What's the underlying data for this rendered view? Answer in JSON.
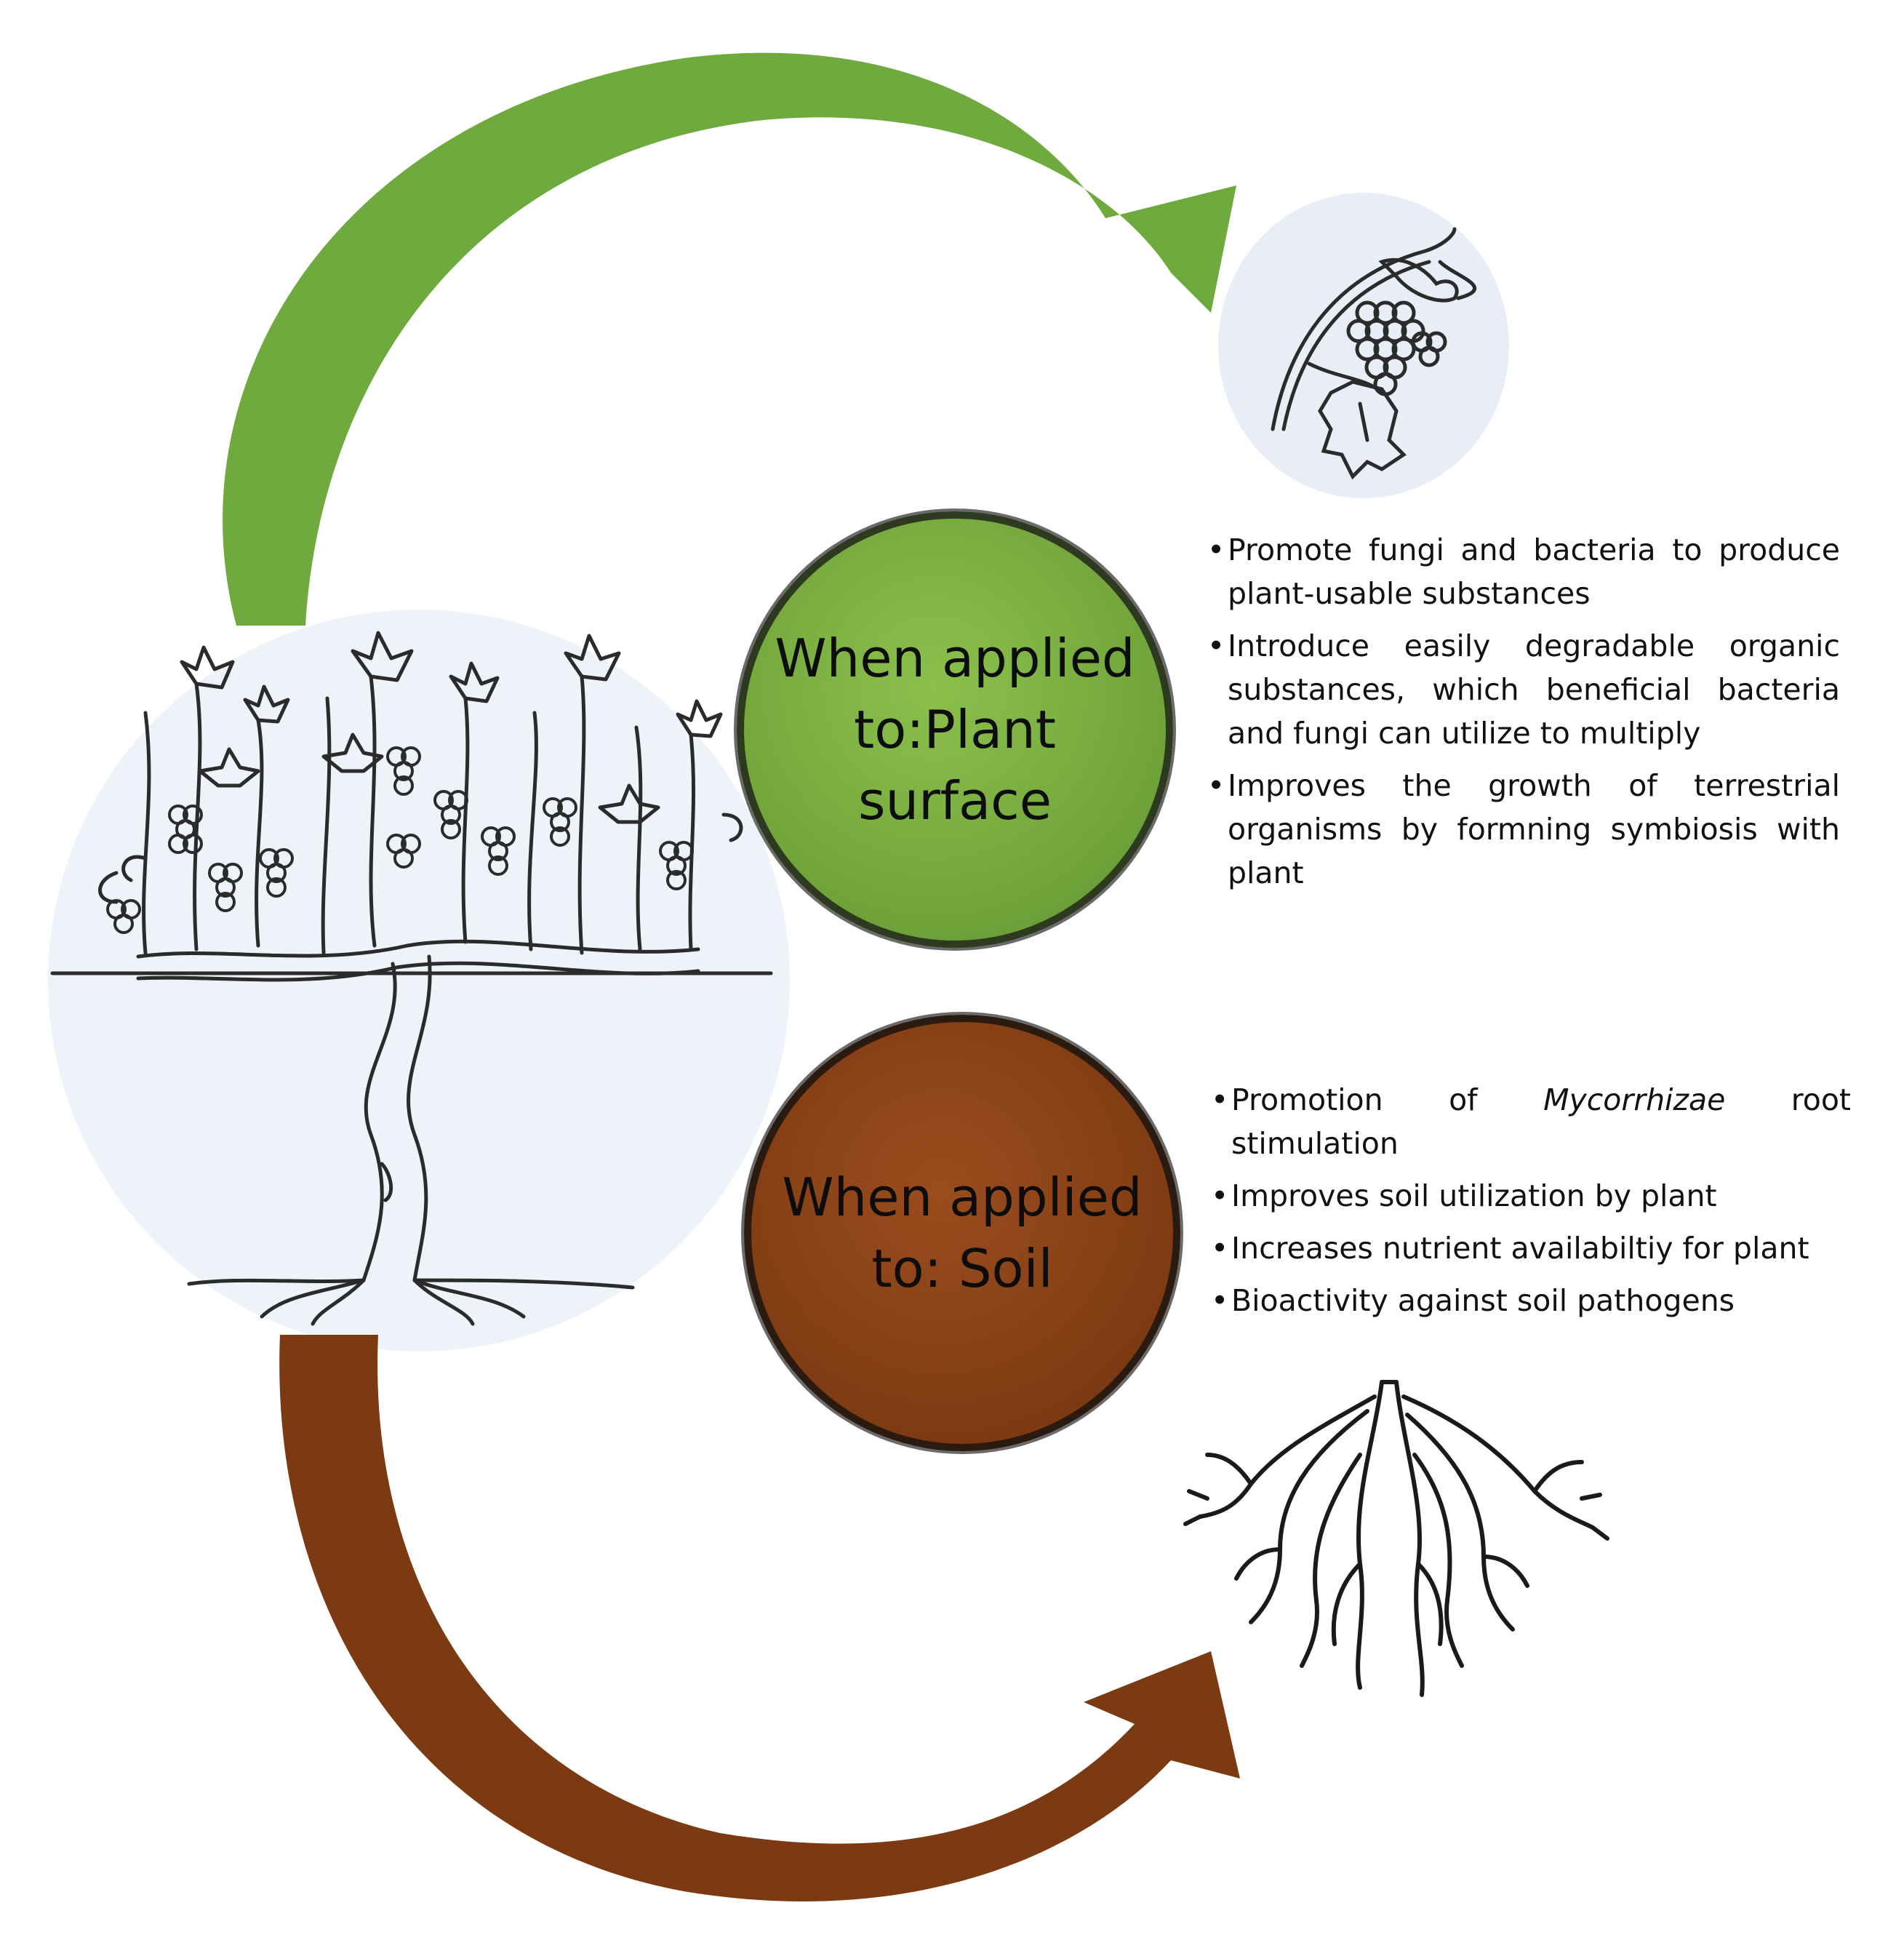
{
  "colors": {
    "green_arrow": "#6faa3e",
    "brown_arrow": "#7b3a12",
    "plant_circle": "#7db343",
    "soil_circle": "#7f3b12",
    "background_circle": "#eef2f9"
  },
  "illustrations": [
    "grapevine-icon",
    "grape-cluster-icon",
    "roots-icon"
  ],
  "plant_surface": {
    "title": "When applied to:Plant surface",
    "bullets": [
      "Promote fungi and bacteria to produce plant-usable substances",
      "Introduce easily degradable organic substances, which beneficial bacteria and fungi can utilize to multiply",
      "Improves the growth of terrestrial organisms by formning symbiosis with plant"
    ]
  },
  "soil": {
    "title": "When applied to: Soil",
    "bullets": [
      {
        "before": "Promotion of ",
        "italic": "Mycorrhizae",
        "after": " root stimulation"
      },
      "Improves soil utilization by plant",
      "Increases nutrient availabiltiy for plant",
      "Bioactivity against soil pathogens"
    ]
  }
}
